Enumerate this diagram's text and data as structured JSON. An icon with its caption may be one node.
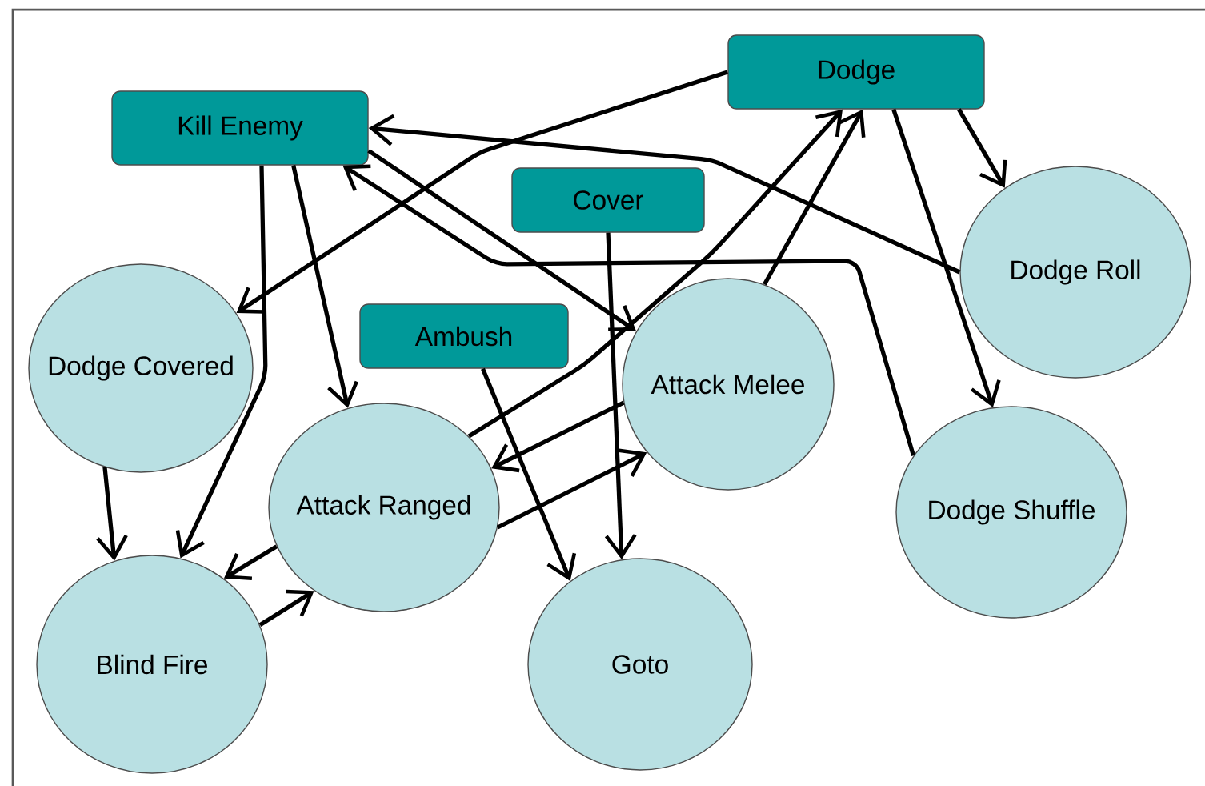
{
  "diagram": {
    "nodes": [
      {
        "text": [
          "Kill Enemy"
        ]
      },
      {
        "text": [
          "Dodge"
        ]
      },
      {
        "text": [
          "Cover"
        ]
      },
      {
        "text": [
          "Ambush"
        ]
      },
      {
        "text": [
          "Dodge Covered"
        ]
      },
      {
        "text": [
          "Attack Ranged"
        ]
      },
      {
        "text": [
          "Blind Fire"
        ]
      },
      {
        "text": [
          "Attack Melee"
        ]
      },
      {
        "text": [
          "Dodge Roll"
        ]
      },
      {
        "text": [
          "Dodge Shuffle"
        ]
      },
      {
        "text": [
          "Goto"
        ]
      }
    ],
    "edges": [
      {
        "from": 0,
        "to": 6,
        "arrow": "to"
      },
      {
        "from": 0,
        "to": 5,
        "arrow": "to"
      },
      {
        "from": 0,
        "to": 7,
        "arrow": "to"
      },
      {
        "from": 8,
        "to": 0,
        "arrow": "to"
      },
      {
        "from": 9,
        "to": 0,
        "arrow": "to"
      },
      {
        "from": 1,
        "to": 8,
        "arrow": "to"
      },
      {
        "from": 1,
        "to": 9,
        "arrow": "to"
      },
      {
        "from": 7,
        "to": 1,
        "arrow": "to"
      },
      {
        "from": 1,
        "to": 4,
        "arrow": "to"
      },
      {
        "from": 5,
        "to": 1,
        "arrow": "to"
      },
      {
        "from": 7,
        "to": 5,
        "arrow": "to"
      },
      {
        "from": 5,
        "to": 7,
        "arrow": "to"
      },
      {
        "from": 3,
        "to": 10,
        "arrow": "to"
      },
      {
        "from": 2,
        "to": 10,
        "arrow": "to"
      },
      {
        "from": 4,
        "to": 6,
        "arrow": "to"
      },
      {
        "from": 5,
        "to": 6,
        "arrow": "to"
      },
      {
        "from": 6,
        "to": 5,
        "arrow": "to"
      }
    ]
  }
}
